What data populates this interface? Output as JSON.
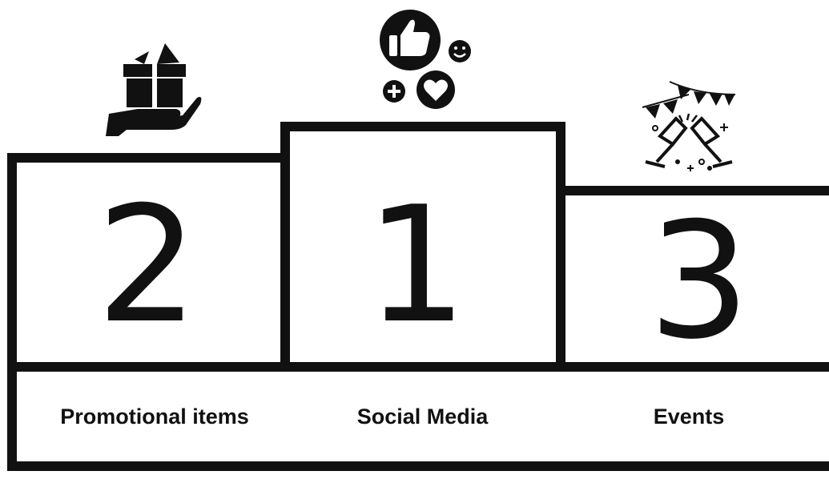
{
  "podium": {
    "places": [
      {
        "rank_digit": "2",
        "label": "Promotional items",
        "icon": "gift-in-hand-icon"
      },
      {
        "rank_digit": "1",
        "label": "Social Media",
        "icon": "social-reactions-icon"
      },
      {
        "rank_digit": "3",
        "label": "Events",
        "icon": "celebration-toast-icon"
      }
    ]
  },
  "colors": {
    "stroke": "#111111",
    "background": "#ffffff"
  }
}
